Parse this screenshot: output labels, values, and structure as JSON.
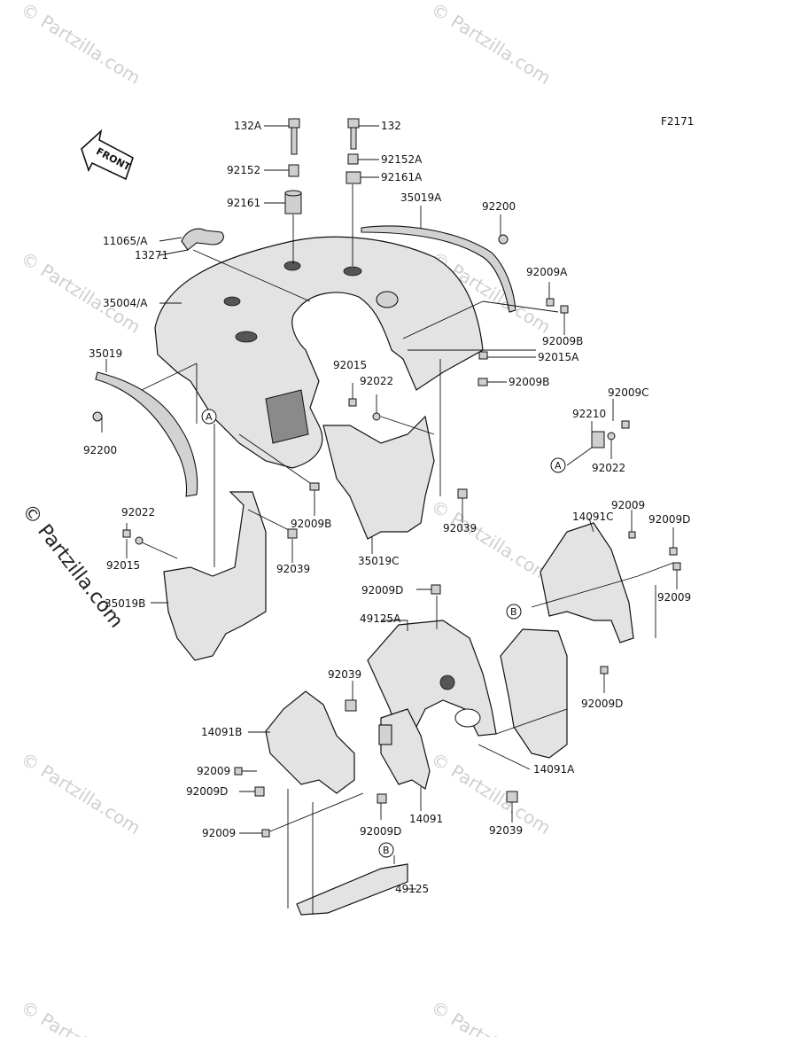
{
  "figure_code": "F2171",
  "front_arrow_label": "FRONT",
  "watermark": "© Partzilla.com",
  "reference_markers": [
    "A",
    "B"
  ],
  "part_labels": {
    "p132A": "132A",
    "p132": "132",
    "p92152": "92152",
    "p92152A": "92152A",
    "p92161": "92161",
    "p92161A": "92161A",
    "p35019A": "35019A",
    "p92200a": "92200",
    "p11065A": "11065/A",
    "p13271": "13271",
    "p35004A": "35004/A",
    "p92009A": "92009A",
    "p92009B_a": "92009B",
    "p92015A": "92015A",
    "p92009B_b": "92009B",
    "p35019": "35019",
    "p92015_a": "92015",
    "p92022_a": "92022",
    "p92009C": "92009C",
    "p92210": "92210",
    "p92022_b": "92022",
    "p92200b": "92200",
    "p92009B_c": "92009B",
    "p92039_a": "92039",
    "p92022_c": "92022",
    "p92015_b": "92015",
    "p92039_b": "92039",
    "p35019C": "35019C",
    "p35019B": "35019B",
    "p92009_a": "92009",
    "p14091C": "14091C",
    "p92009D_a": "92009D",
    "p92009_b": "92009",
    "p92009D_b": "92009D",
    "p49125A": "49125A",
    "p92039_c": "92039",
    "p92009D_c": "92009D",
    "p14091B": "14091B",
    "p92009_c": "92009",
    "p92009D_d": "92009D",
    "p14091A": "14091A",
    "p14091": "14091",
    "p92009_d": "92009",
    "p92009D_e": "92009D",
    "p92039_d": "92039",
    "p49125": "49125"
  }
}
